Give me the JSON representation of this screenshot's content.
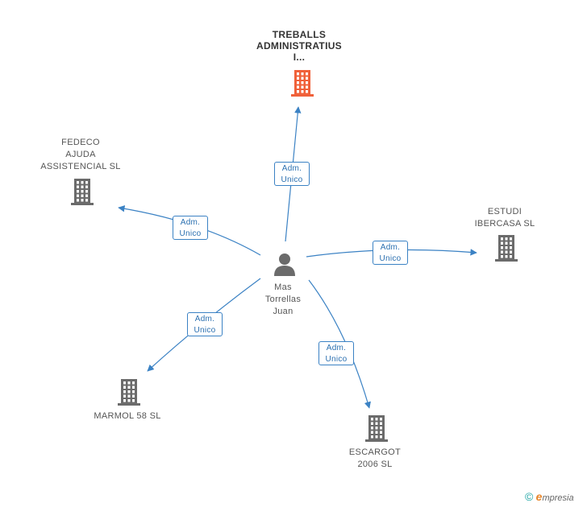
{
  "person": {
    "lines": [
      "Mas",
      "Torrellas",
      "Juan"
    ],
    "icon": "person-icon"
  },
  "companies": [
    {
      "id": "treballs",
      "lines": [
        "TREBALLS",
        "ADMINISTRATIUS",
        "I..."
      ],
      "highlight": true,
      "color": "#f0613a"
    },
    {
      "id": "fedeco",
      "lines": [
        "FEDECO",
        "AJUDA",
        "ASSISTENCIAL SL"
      ],
      "color": "#6b6b6b"
    },
    {
      "id": "estudi",
      "lines": [
        "ESTUDI",
        "IBERCASA SL"
      ],
      "color": "#6b6b6b"
    },
    {
      "id": "marmol",
      "lines": [
        "MARMOL 58 SL"
      ],
      "color": "#6b6b6b"
    },
    {
      "id": "escargot",
      "lines": [
        "ESCARGOT",
        "2006 SL"
      ],
      "color": "#6b6b6b"
    }
  ],
  "relations": [
    {
      "to": "treballs",
      "lines": [
        "Adm.",
        "Unico"
      ]
    },
    {
      "to": "fedeco",
      "lines": [
        "Adm.",
        "Unico"
      ]
    },
    {
      "to": "estudi",
      "lines": [
        "Adm.",
        "Unico"
      ]
    },
    {
      "to": "marmol",
      "lines": [
        "Adm.",
        "Unico"
      ]
    },
    {
      "to": "escargot",
      "lines": [
        "Adm.",
        "Unico"
      ]
    }
  ],
  "edge_color": "#3b82c4",
  "footer": {
    "copyright": "©",
    "brand_initial": "e",
    "brand_rest": "mpresia"
  }
}
